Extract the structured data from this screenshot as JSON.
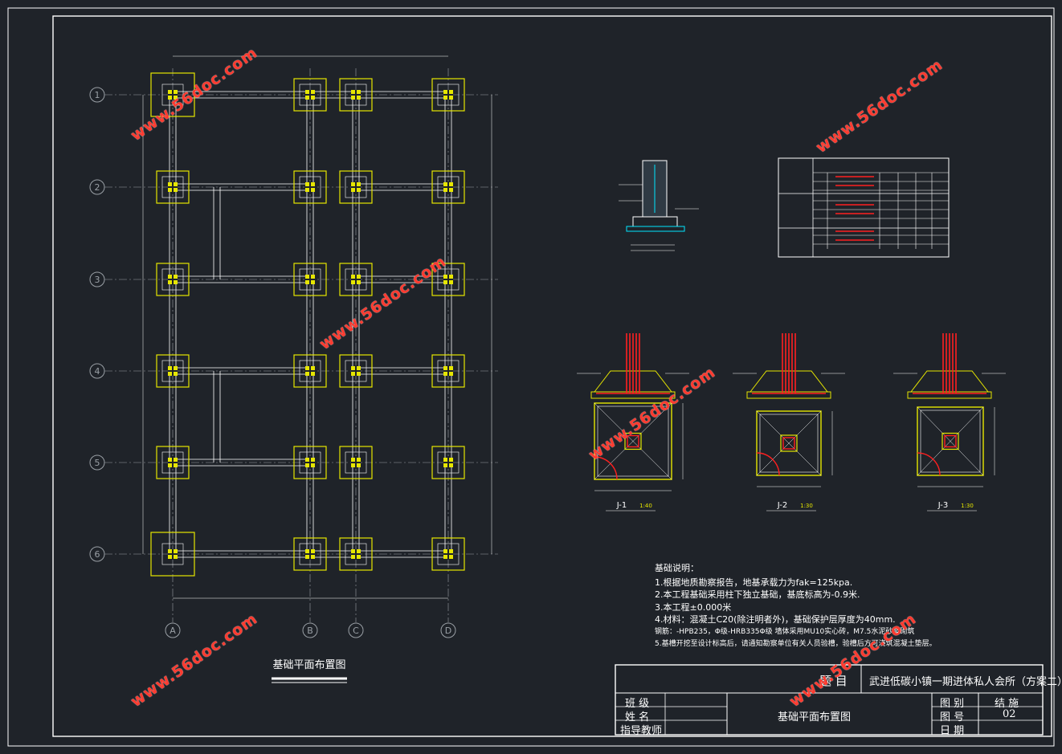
{
  "axes": {
    "rows": [
      "1",
      "2",
      "3",
      "4",
      "5",
      "6"
    ],
    "cols": [
      "A",
      "B",
      "C",
      "D"
    ]
  },
  "plan_title": "基础平面布置图",
  "footing_labels": [
    "J-1",
    "J-2",
    "J-3"
  ],
  "footing_scales": [
    "1:40",
    "1:30",
    "1:30"
  ],
  "notes": {
    "title": "基础说明：",
    "lines": [
      "1.根据地质勘察报告，地基承载力为fak=125kpa.",
      "2.本工程基础采用柱下独立基础，基底标高为-0.9米.",
      "3.本工程±0.000米",
      "4.材料：混凝土C20(除注明者外)，基础保护层厚度为40mm.",
      "   钢筋：-HPB235，Φ级-HRB335Φ级  墙体采用MU10实心砖，M7.5水泥砂浆砌筑",
      "5.基槽开挖至设计标高后，请通知勘察单位有关人员验槽，验槽后方可浇筑混凝土垫层。"
    ]
  },
  "title_block": {
    "topic_label": "题  目",
    "project": "武进低碳小镇一期进体私人会所（方案二）",
    "row_labels": [
      "班  级",
      "姓  名",
      "指导教师"
    ],
    "drawing_name": "基础平面布置图",
    "right_labels": [
      "图  别",
      "图  号",
      "日  期"
    ],
    "right_values": [
      "结  施",
      "02",
      ""
    ]
  },
  "watermark": "www.56doc.com",
  "colors": {
    "background": "#1f2329",
    "line_white": "#ffffff",
    "footing_yellow": "#e6e600",
    "rebar_red": "#ff2020",
    "axis_gray": "#9aa0a6"
  }
}
